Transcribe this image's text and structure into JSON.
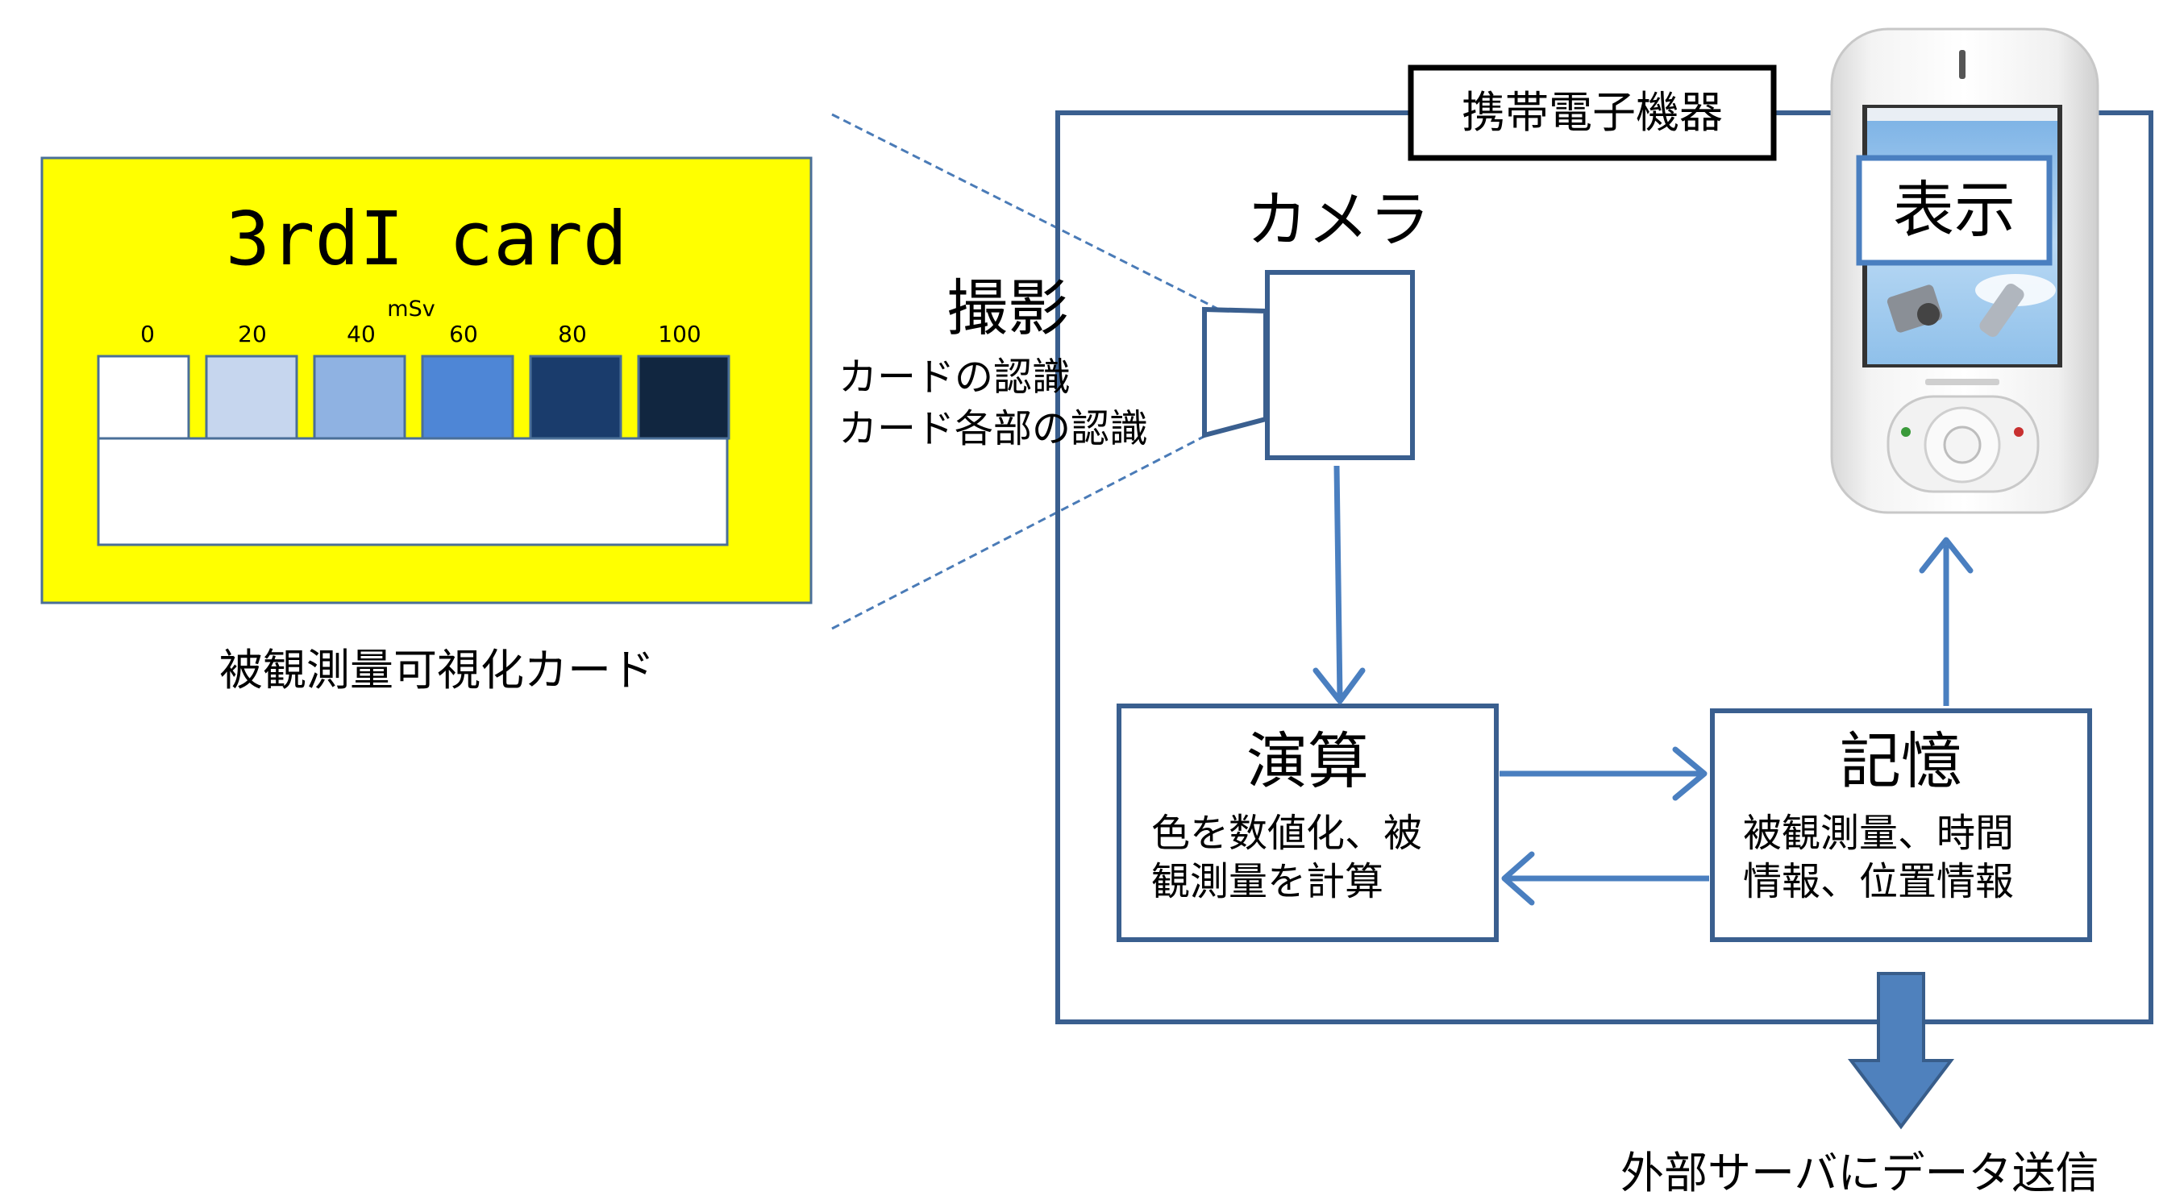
{
  "card": {
    "title": "3rdI card",
    "unit": "mSv",
    "ticks": [
      "0",
      "20",
      "40",
      "60",
      "80",
      "100"
    ],
    "swatch_colors": [
      "#ffffff",
      "#c6d6ee",
      "#8fb2e2",
      "#4e86d6",
      "#1a3c6c",
      "#112640"
    ],
    "background_color": "#ffff00",
    "caption": "被観測量可視化カード"
  },
  "capture": {
    "title": "撮影",
    "lines": [
      "カードの認識",
      "カード各部の認識"
    ]
  },
  "device": {
    "label": "携帯電子機器",
    "camera_label": "カメラ",
    "display_label": "表示",
    "phone_icon": "smartphone-icon"
  },
  "compute": {
    "title": "演算",
    "lines": [
      "色を数値化、被",
      "観測量を計算"
    ]
  },
  "storage": {
    "title": "記憶",
    "lines": [
      "被観測量、時間",
      "情報、位置情報"
    ]
  },
  "external": {
    "label": "外部サーバにデータ送信"
  },
  "colors": {
    "frame": "#3a5f8f",
    "arrow": "#4a7fc0",
    "dashed": "#4a7bb7"
  }
}
